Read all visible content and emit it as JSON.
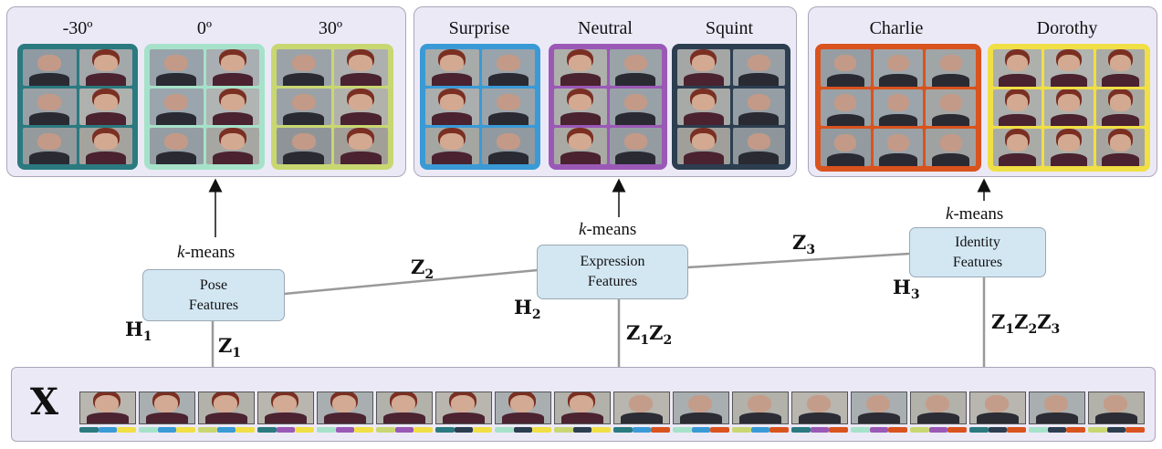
{
  "colors": {
    "panel_bg": "#ece9f7",
    "node_bg": "#d3e7f3",
    "pose_neg30": "#2a7a80",
    "pose_0": "#a6e2c9",
    "pose_30": "#c9d772",
    "surprise": "#3a9ad6",
    "neutral": "#9b59b6",
    "squint": "#2c3e50",
    "charlie": "#d9531e",
    "dorothy": "#f0df45"
  },
  "pose_panel": {
    "groups": [
      {
        "label": "-30º"
      },
      {
        "label": "0º"
      },
      {
        "label": "30º"
      }
    ]
  },
  "expression_panel": {
    "groups": [
      {
        "label": "Surprise"
      },
      {
        "label": "Neutral"
      },
      {
        "label": "Squint"
      }
    ]
  },
  "identity_panel": {
    "groups": [
      {
        "label": "Charlie"
      },
      {
        "label": "Dorothy"
      }
    ]
  },
  "nodes": {
    "pose": {
      "line1": "Pose",
      "line2": "Features"
    },
    "expression": {
      "line1": "Expression",
      "line2": "Features"
    },
    "identity": {
      "line1": "Identity",
      "line2": "Features"
    }
  },
  "kmeans": {
    "k": "k",
    "rest": "-means"
  },
  "labels": {
    "z1": "Z",
    "z1sub": "1",
    "z2": "Z",
    "z2sub": "2",
    "z3": "Z",
    "z3sub": "3",
    "h1": "H",
    "h1sub": "1",
    "h2": "H",
    "h2sub": "2",
    "h3": "H",
    "h3sub": "3",
    "x": "X"
  }
}
